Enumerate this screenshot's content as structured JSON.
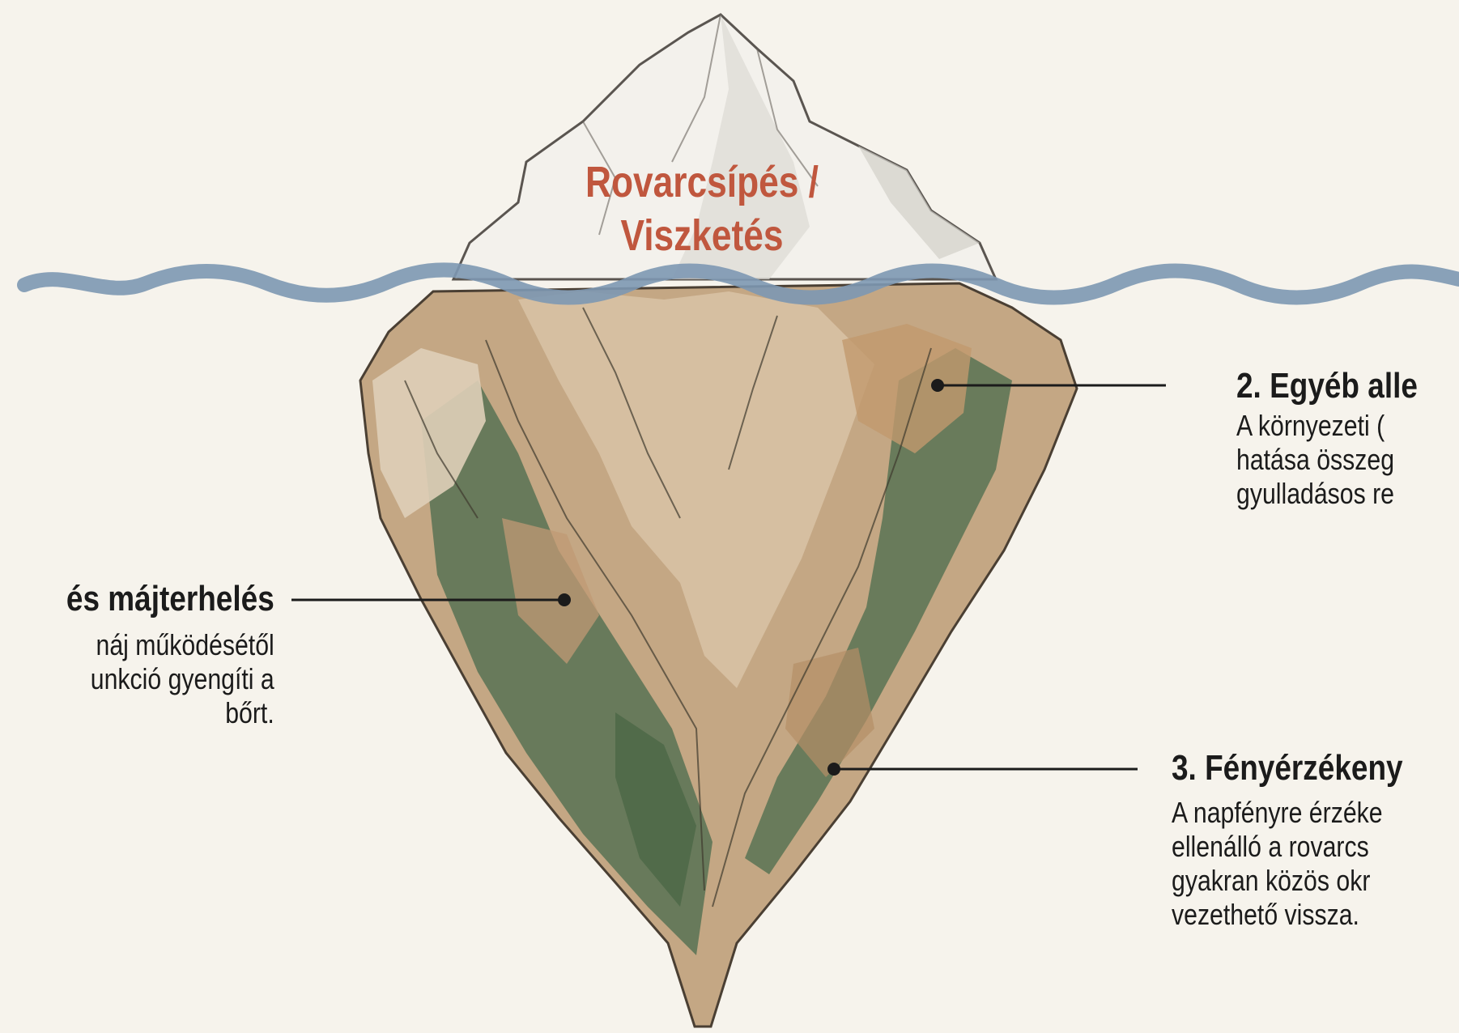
{
  "tip": {
    "line1": "Rovarcsípés /",
    "line2": "Viszketés"
  },
  "labels": {
    "left": {
      "title": "és májterhelés",
      "desc_lines": [
        "náj működésétől",
        "unkció gyengíti a",
        "bőrt."
      ]
    },
    "right_top": {
      "title": "2. Egyéb alle",
      "desc_lines": [
        "A környezeti (",
        "hatása összeg",
        "gyulladásos re"
      ]
    },
    "right_bottom": {
      "title": "3. Fényérzékeny",
      "desc_lines": [
        "A napfényre érzéke",
        "ellenálló a rovarcs",
        "gyakran közös okr",
        "vezethető vissza."
      ]
    }
  },
  "colors": {
    "background": "#f6f3ec",
    "tip_text": "#c0573e",
    "water": "#7d98b3",
    "ice": "#f3f1ec",
    "rock_tan": "#b89873",
    "rock_green": "#5d7556"
  }
}
